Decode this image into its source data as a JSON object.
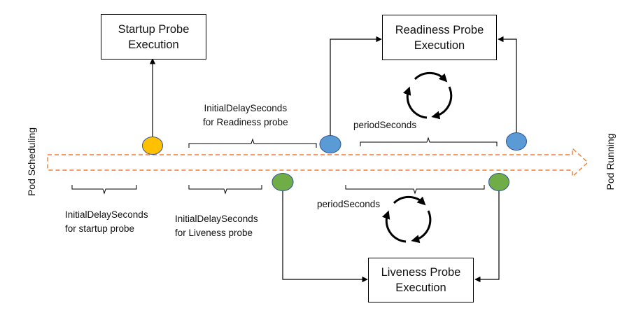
{
  "left_label": "Pod Scheduling",
  "right_label": "Pod Running",
  "boxes": {
    "startup": [
      "Startup Probe",
      "Execution"
    ],
    "readiness": [
      "Readiness Probe",
      "Execution"
    ],
    "liveness": [
      "Liveness Probe",
      "Execution"
    ]
  },
  "labels": {
    "readiness_delay": [
      "InitialDelaySeconds",
      "for Readiness probe"
    ],
    "startup_delay": [
      "InitialDelaySeconds",
      "for startup probe"
    ],
    "liveness_delay": [
      "InitialDelaySeconds",
      "for Liveness probe"
    ],
    "period_readiness": "periodSeconds",
    "period_liveness": "periodSeconds"
  },
  "colors": {
    "startup": "#FFC000",
    "readiness": "#5B9BD5",
    "liveness": "#70AD47",
    "timeline": "#ED7D31"
  }
}
